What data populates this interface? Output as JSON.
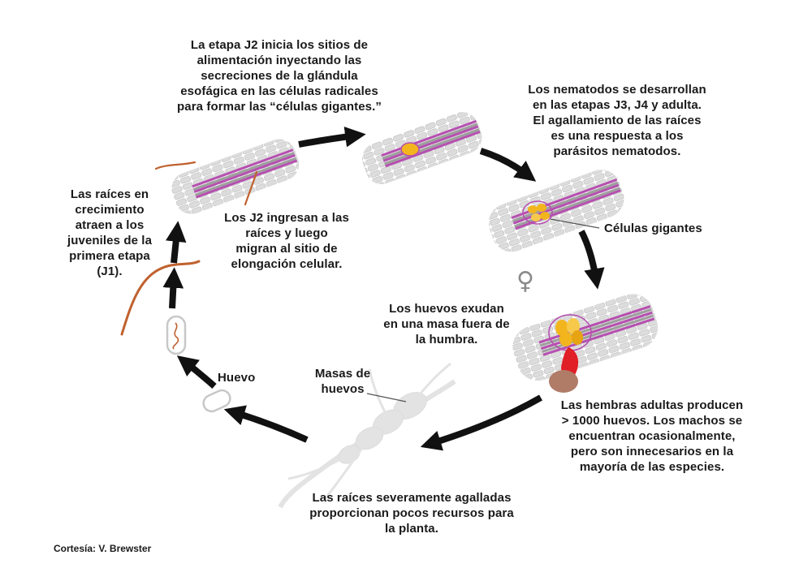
{
  "labels": {
    "j2_feeding": [
      "La etapa J2 inicia los sitios de",
      "alimentación inyectando las",
      "secreciones de la glándula",
      "esofágica en las células radicales",
      "para formar las “células gigantes.”"
    ],
    "development": [
      "Los nematodos se desarrollan",
      "en las etapas J3, J4 y adulta.",
      "El agallamiento de las raíces",
      "es una respuesta a los",
      "parásitos nematodos."
    ],
    "giant_cells": "Células gigantes",
    "eggs_exude": [
      "Los huevos exudan",
      "en una masa fuera de",
      "la humbra."
    ],
    "adult_females": [
      "Las hembras adultas producen",
      "> 1000 huevos. Los machos se",
      "encuentran ocasionalmente,",
      "pero son innecesarios en la",
      "mayoría de las especies."
    ],
    "galled_roots": [
      "Las raíces severamente agalladas",
      "proporcionan pocos recursos para",
      "la planta."
    ],
    "egg_masses": [
      "Masas de",
      "huevos"
    ],
    "egg": "Huevo",
    "roots_attract": [
      "Las raíces en",
      "crecimiento",
      "atraen a los",
      "juveniles de la",
      "primera etapa",
      "(J1)."
    ],
    "j2_enter": [
      "Los J2 ingresan a las",
      "raíces y luego",
      "migran al sitio de",
      "elongación celular."
    ],
    "female_symbol": "♀",
    "credit": "Cortesía: V. Brewster"
  },
  "colors": {
    "arrow": "#111111",
    "root_cells": "#d9d9d9",
    "vascular": "#b64fb0",
    "giant_cell": "#f2b51d",
    "female_body": "#e01f26",
    "egg_mass": "#b07c68",
    "juvenile": "#c0612f",
    "galled_root": "#e3e3e3"
  }
}
